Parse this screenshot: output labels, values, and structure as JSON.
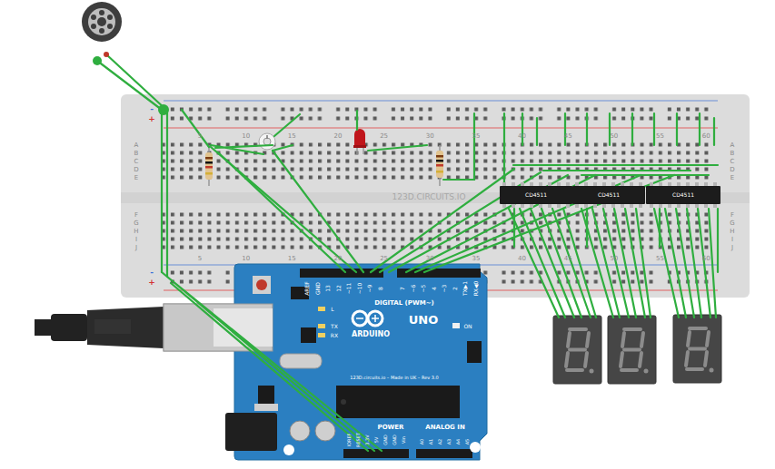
{
  "diagram": {
    "nodes": [
      {
        "text": [
          "CD4511"
        ]
      },
      {
        "text": [
          "CD4511"
        ]
      },
      {
        "text": [
          "CD4511"
        ]
      }
    ],
    "labels": [
      "5",
      "10",
      "15",
      "20",
      "25",
      "30",
      "35",
      "40",
      "45",
      "50",
      "55",
      "60",
      "5",
      "10",
      "15",
      "20",
      "25",
      "30",
      "35",
      "40",
      "45",
      "50",
      "55",
      "60",
      "A",
      "B",
      "C",
      "D",
      "E",
      "F",
      "G",
      "H",
      "I",
      "J",
      "A",
      "B",
      "C",
      "D",
      "E",
      "F",
      "G",
      "H",
      "I",
      "J",
      "-",
      "+",
      "-",
      "+",
      "123D.CIRCUITS.IO",
      "AREF",
      "GND",
      "13",
      "12",
      "~11",
      "~10",
      "~9",
      "8",
      "7",
      "~6",
      "~5",
      "4",
      "~3",
      "2",
      "TX▶1",
      "RX◀0",
      "DIGITAL (PWM~)",
      "L",
      "TX",
      "RX",
      "ON",
      "UNO",
      "ARDUINO",
      "123D.circuits.io – Made in UK – Rev 3.0",
      "POWER",
      "ANALOG IN",
      "IOREF",
      "RESET",
      "3.3V",
      "5V",
      "GND",
      "GND",
      "Vin",
      "A0",
      "A1",
      "A2",
      "A3",
      "A4",
      "A5"
    ]
  }
}
